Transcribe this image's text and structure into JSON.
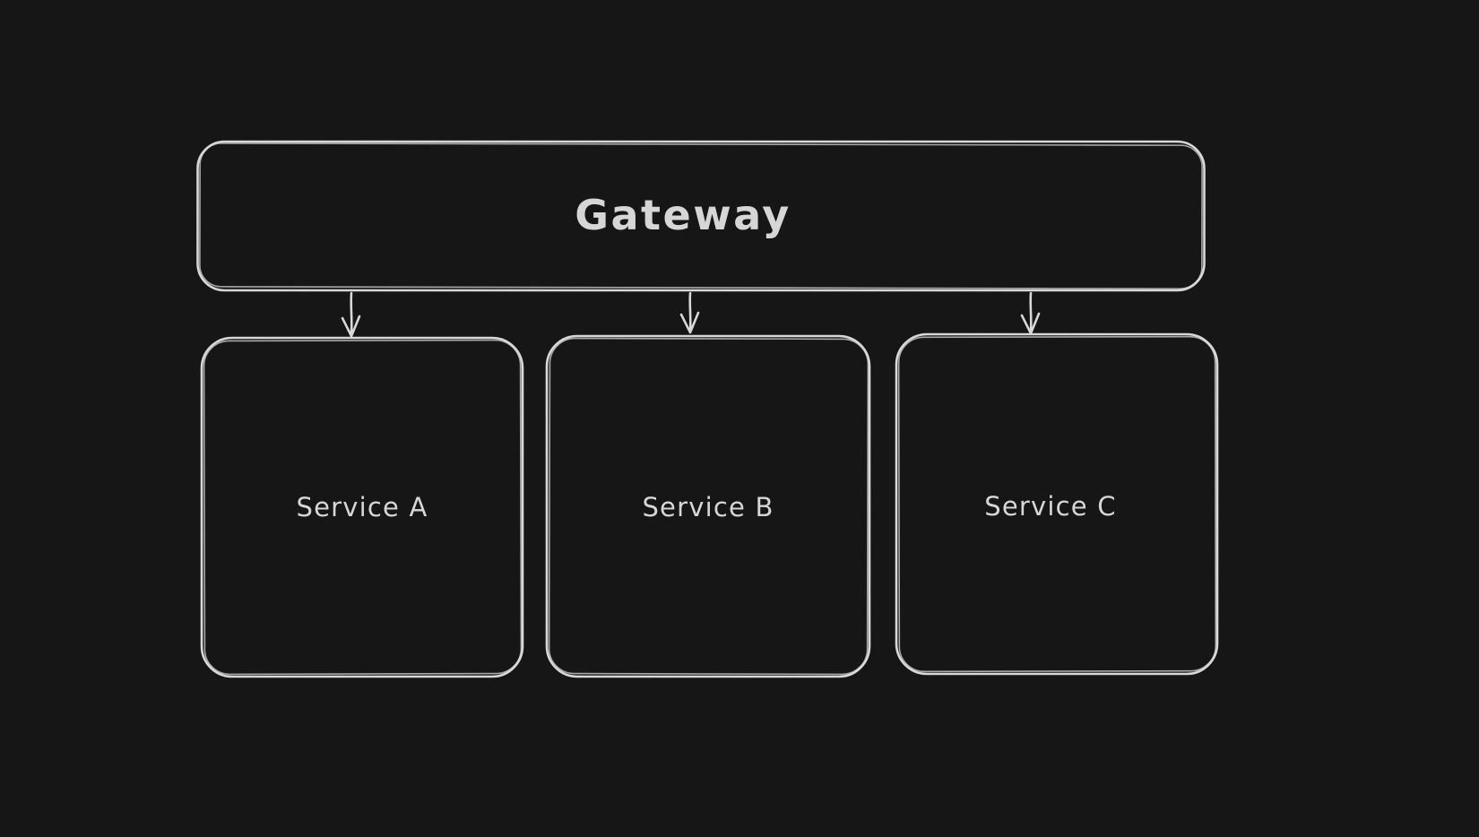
{
  "canvas": {
    "background_color": "#161616",
    "stroke_color": "#d8d8d8",
    "text_color": "#d6d6d6"
  },
  "diagram": {
    "nodes": [
      {
        "id": "gateway",
        "label": "Gateway"
      },
      {
        "id": "service-a",
        "label": "Service A"
      },
      {
        "id": "service-b",
        "label": "Service B"
      },
      {
        "id": "service-c",
        "label": "Service C"
      }
    ],
    "edges": [
      {
        "from": "gateway",
        "to": "service-a",
        "direction": "down"
      },
      {
        "from": "gateway",
        "to": "service-b",
        "direction": "down"
      },
      {
        "from": "gateway",
        "to": "service-c",
        "direction": "down"
      }
    ]
  }
}
